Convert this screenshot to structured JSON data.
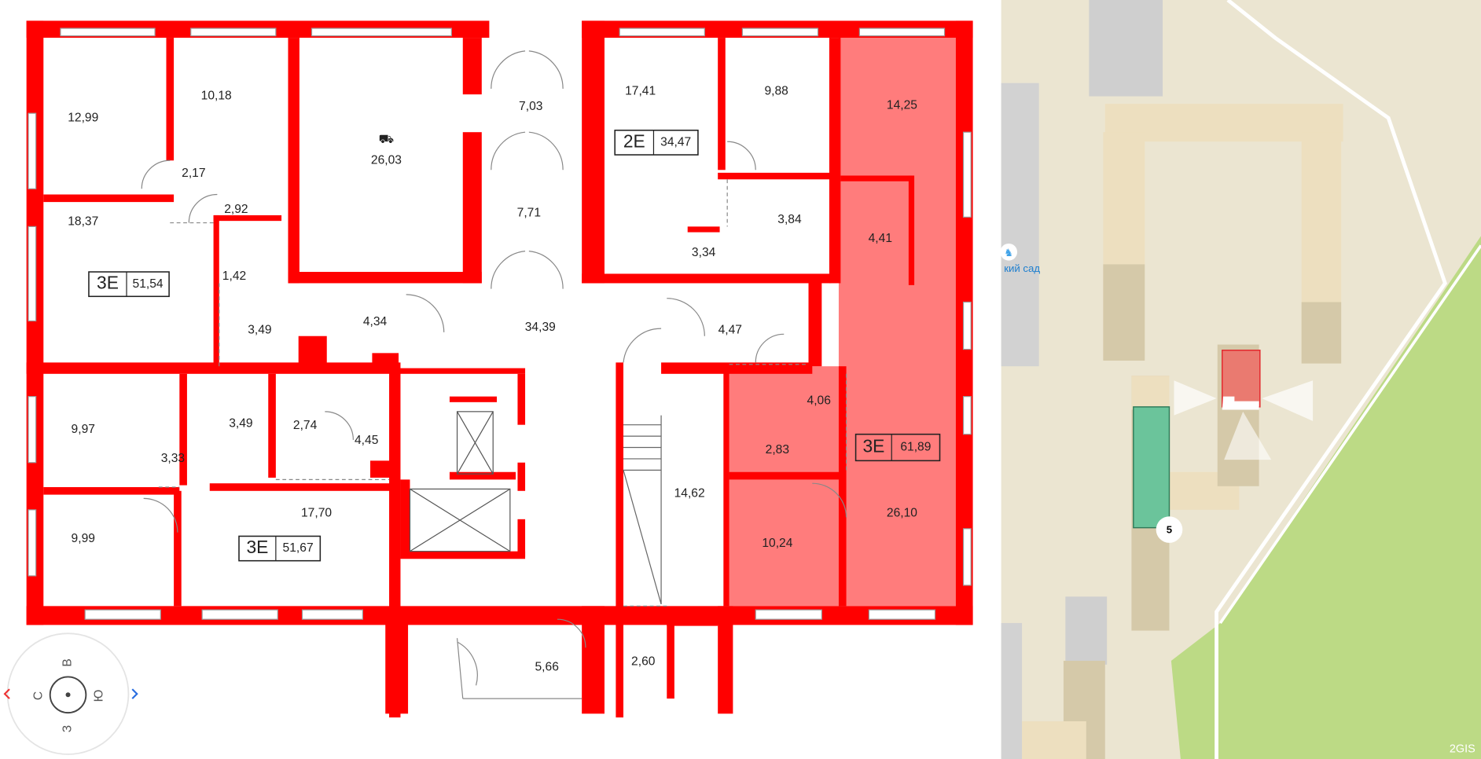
{
  "floor_plan": {
    "rooms": [
      "12,99",
      "10,18",
      "26,03",
      "7,03",
      "17,41",
      "9,88",
      "14,25",
      "2,17",
      "2,92",
      "7,71",
      "3,84",
      "4,41",
      "18,37",
      "3,34",
      "1,42",
      "3,49",
      "4,34",
      "34,39",
      "4,47",
      "4,06",
      "9,97",
      "3,49",
      "2,74",
      "4,45",
      "3,33",
      "2,83",
      "14,62",
      "17,70",
      "26,10",
      "10,24",
      "9,99",
      "5,66",
      "2,60"
    ],
    "apartments": [
      {
        "type": "2E",
        "area": "34,47"
      },
      {
        "type": "3E",
        "area": "51,54"
      },
      {
        "type": "3E",
        "area": "51,67"
      },
      {
        "type": "3E",
        "area": "61,89",
        "selected": true
      }
    ],
    "colors": {
      "walls": "#ff0000",
      "selected_apartment": "#ff7c7c"
    }
  },
  "compass": {
    "north": "С",
    "east": "В",
    "south": "Ю",
    "west": "З",
    "rotate_left_icon": "chevron-left",
    "rotate_right_icon": "chevron-right"
  },
  "map": {
    "poi_label": "кий сад",
    "poi_icon": "rocking-horse",
    "entrance_number": "5",
    "logo": "2GIS",
    "colors": {
      "ground": "#ebe5d1",
      "building": "#eddfbf",
      "building_shadow": "#d5c9a9",
      "park": "#bcda85",
      "selected_building": "#ea7a70",
      "entrance_building": "#6bc49b"
    }
  }
}
